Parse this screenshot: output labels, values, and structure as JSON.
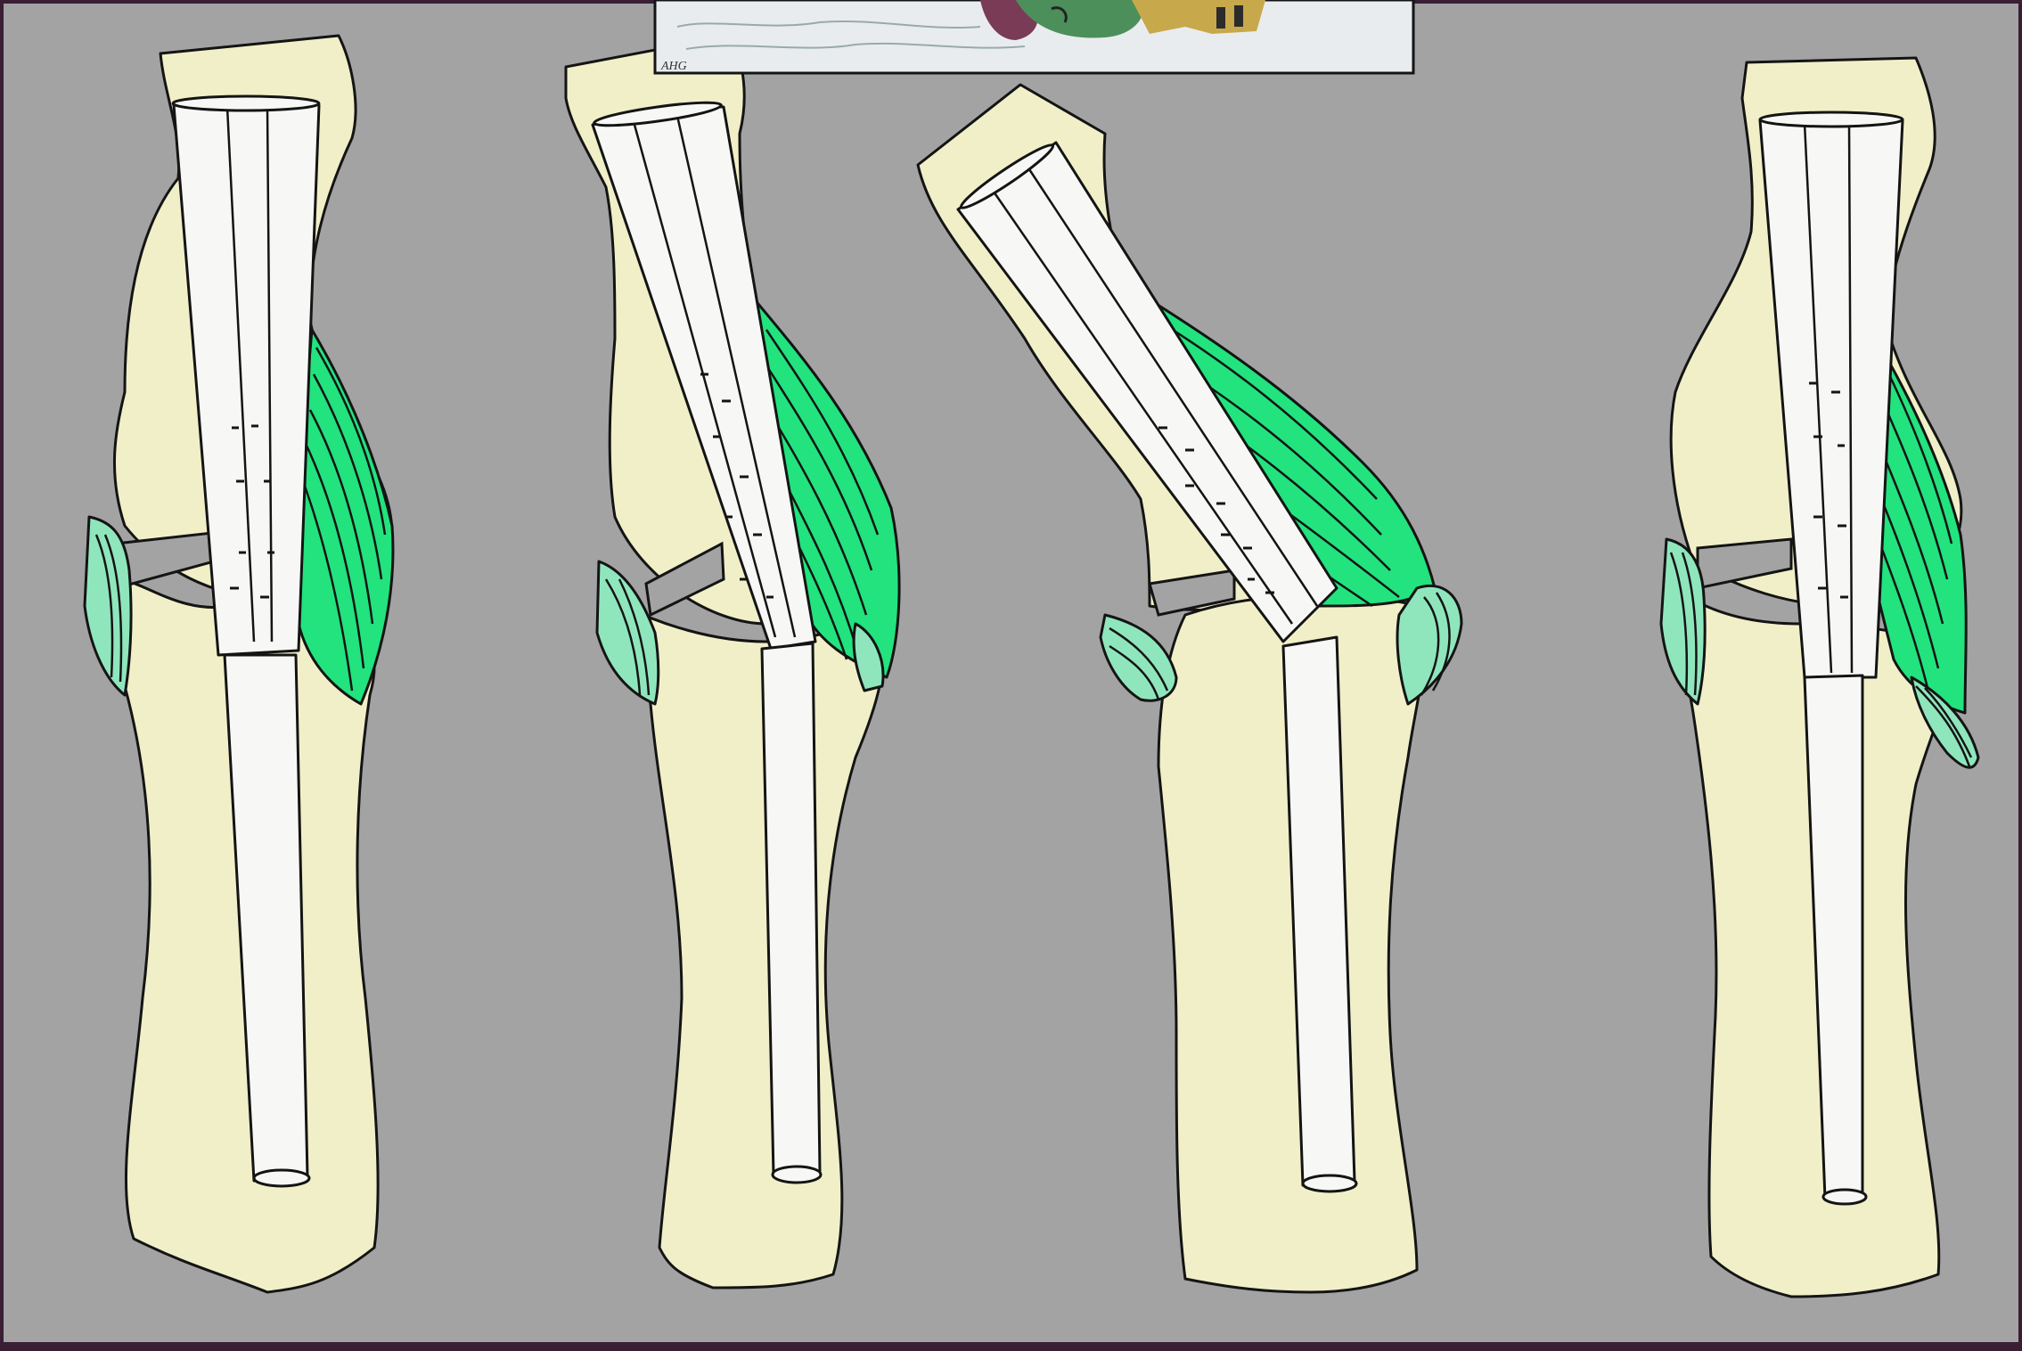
{
  "figure": {
    "background_color": "#a3a3a3",
    "frame_color": "#3a1e34",
    "bone_color": "#f1efc8",
    "tendon_color": "#f7f7f5",
    "ligament_color": "#22e37e",
    "ligament_light_color": "#8fe6bd",
    "outline_color": "#141414"
  },
  "inset": {
    "signature": "AHG",
    "icon": "inset-sketch-thumbnail"
  },
  "panels": [
    {
      "id": "panel-1",
      "pose": "neutral"
    },
    {
      "id": "panel-2",
      "pose": "slightly-flexed"
    },
    {
      "id": "panel-3",
      "pose": "deviated"
    },
    {
      "id": "panel-4",
      "pose": "torn-ligament"
    }
  ]
}
